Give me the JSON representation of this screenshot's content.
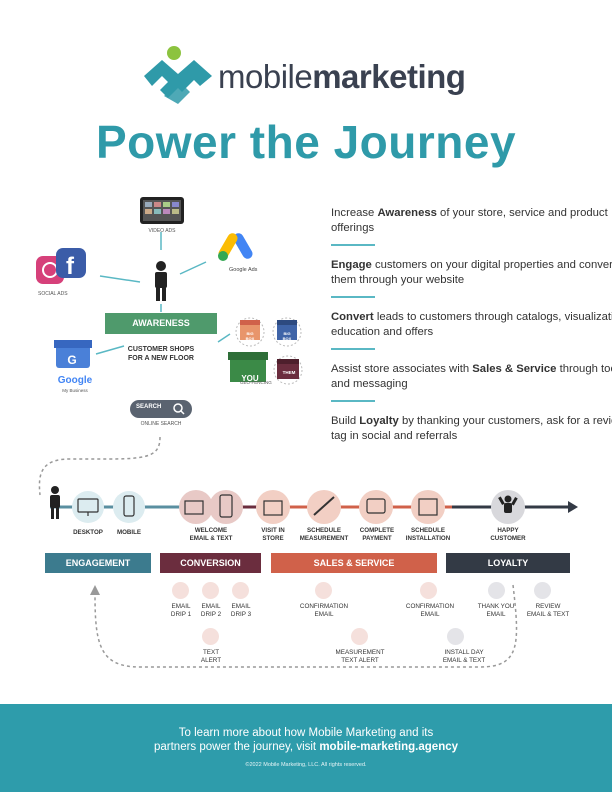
{
  "header": {
    "brand_light": "mobile",
    "brand_bold": "marketing",
    "title": "Power the Journey"
  },
  "awareness_graphic": {
    "video_ads": "VIDEO ADS",
    "google_ads": "Google Ads",
    "social_ads": "SOCIAL ADS",
    "awareness": "AWARENESS",
    "shopper": "CUSTOMER SHOPS\nFOR A NEW FLOOR",
    "google_word": "Google",
    "my_business": "My Business",
    "search": "SEARCH",
    "online_search": "ONLINE SEARCH",
    "geo": "GEO-FENCING",
    "you": "YOU",
    "them": "THEM",
    "big_box": "BIG BOX"
  },
  "steps": [
    {
      "pre": "Increase ",
      "bold": "Awareness",
      "post": " of your store, service and product offerings"
    },
    {
      "pre": "",
      "bold": "Engage",
      "post": " customers on your digital properties and convert them through your website"
    },
    {
      "pre": "",
      "bold": "Convert",
      "post": " leads to customers through catalogs, visualization, education and offers"
    },
    {
      "pre": "Assist store associates with ",
      "bold": "Sales & Service",
      "post": " through tools and messaging"
    },
    {
      "pre": "Build ",
      "bold": "Loyalty",
      "post": " by thanking your customers, ask for a review, a tag in social and referrals"
    }
  ],
  "timeline": {
    "desktop": "DESKTOP",
    "mobile": "MOBILE",
    "welcome": "WELCOME\nEMAIL & TEXT",
    "visit": "VISIT IN\nSTORE",
    "schedule_measurement": "SCHEDULE\nMEASUREMENT",
    "complete_payment": "COMPLETE\nPAYMENT",
    "schedule_installation": "SCHEDULE\nINSTALLATION",
    "happy": "HAPPY\nCUSTOMER"
  },
  "phases": {
    "engagement": "ENGAGEMENT",
    "conversion": "CONVERSION",
    "sales": "SALES & SERVICE",
    "loyalty": "LOYALTY"
  },
  "touchpoints": {
    "drip1": "EMAIL\nDRIP 1",
    "drip2": "EMAIL\nDRIP 2",
    "drip3": "EMAIL\nDRIP 3",
    "text_alert": "TEXT\nALERT",
    "confirmation1": "CONFIRMATION\nEMAIL",
    "measurement_alert": "MEASUREMENT\nTEXT ALERT",
    "confirmation2": "CONFIRMATION\nEMAIL",
    "install_day": "INSTALL DAY\nEMAIL & TEXT",
    "thank_you": "THANK YOU\nEMAIL",
    "review": "REVIEW\nEMAIL & TEXT"
  },
  "footer": {
    "line1": "To learn more about how Mobile Marketing and its",
    "line2": "partners power the journey, visit ",
    "link": "mobile-marketing.agency",
    "copyright": "©2022 Mobile Marketing, LLC. All rights reserved."
  },
  "colors": {
    "teal": "#2f9aa9",
    "awareness_green": "#4f9a6c",
    "engagement": "#3c7b8e",
    "conversion": "#6b2d3e",
    "sales": "#d0614a",
    "loyalty": "#333a45"
  }
}
